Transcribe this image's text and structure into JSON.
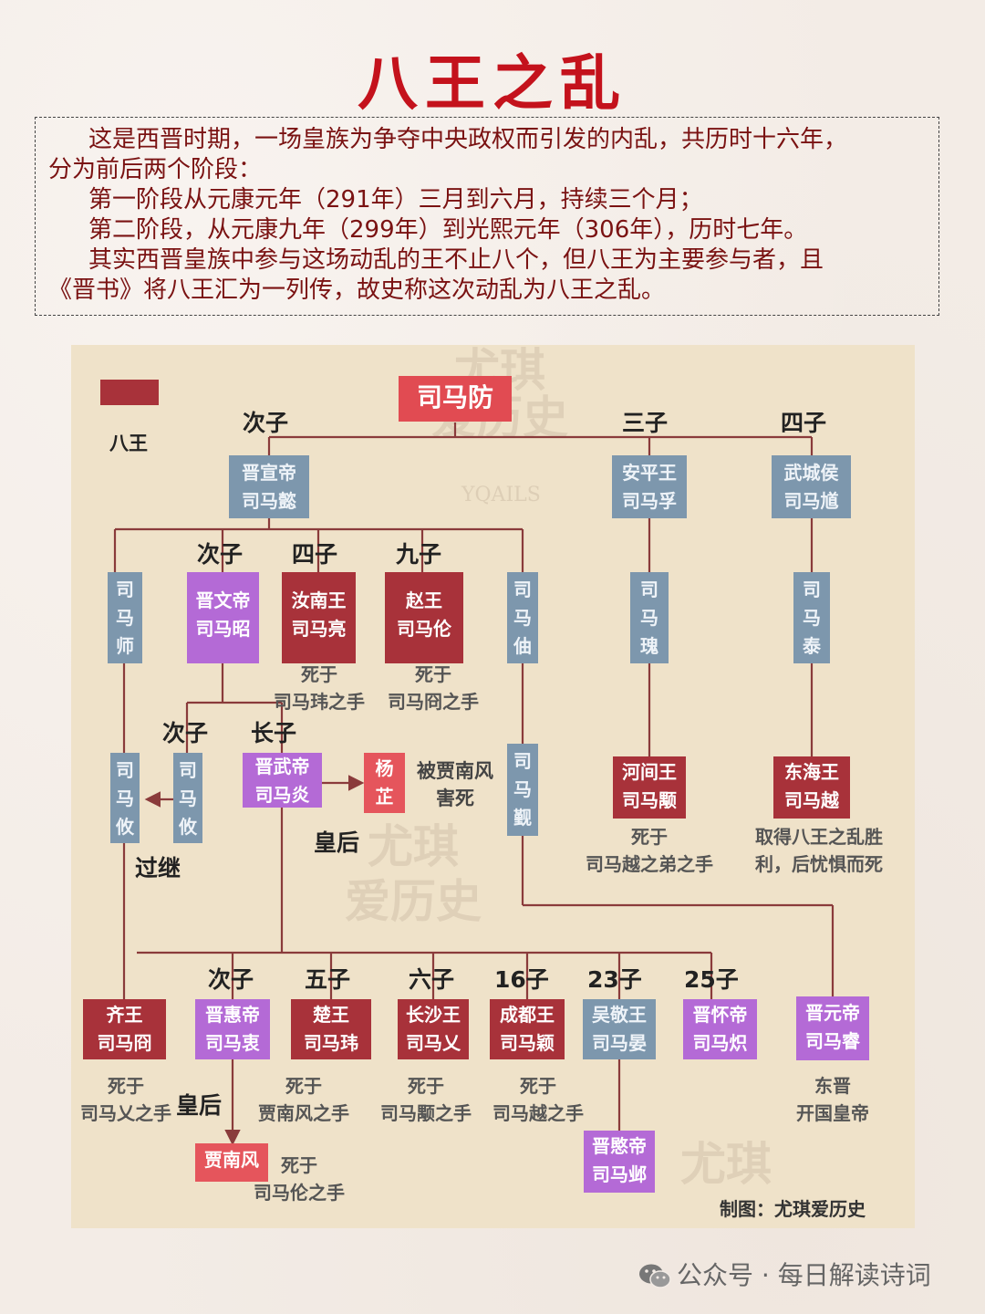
{
  "title": "八王之乱",
  "intro": {
    "p1": "这是西晋时期，一场皇族为争夺中央政权而引发的内乱，共历时十六年，",
    "p2": "分为前后两个阶段：",
    "p3": "第一阶段从元康元年（291年）三月到六月，持续三个月；",
    "p4": "第二阶段，从元康九年（299年）到光熙元年（306年），历时七年。",
    "p5": "其实西晋皇族中参与这场动乱的王不止八个，但八王为主要参与者，且",
    "p6": "《晋书》将八王汇为一列传，故史称这次动乱为八王之乱。"
  },
  "legend": {
    "label": "八王"
  },
  "colors": {
    "eight_kings": "#a8323a",
    "emperor": "#b46ad6",
    "other": "#7d97ad",
    "highlight": "#e14b52"
  },
  "nodes": {
    "root": "司马防",
    "yi_t": "晋宣帝",
    "yi_n": "司马懿",
    "fu_t": "安平王",
    "fu_n": "司马孚",
    "kui_t": "武城侯",
    "kui_n": "司马馗",
    "shi_1": "司",
    "shi_2": "马",
    "shi_3": "师",
    "zhao_t": "晋文帝",
    "zhao_n": "司马昭",
    "liang_t": "汝南王",
    "liang_n": "司马亮",
    "lun_t": "赵王",
    "lun_n": "司马伦",
    "zhou_1": "司",
    "zhou_2": "马",
    "zhou_3": "伷",
    "gui_1": "司",
    "gui_2": "马",
    "gui_3": "瑰",
    "tai_1": "司",
    "tai_2": "马",
    "tai_3": "泰",
    "youa_1": "司",
    "youa_2": "马",
    "youa_3": "攸",
    "youb_1": "司",
    "youb_2": "马",
    "youb_3": "攸",
    "yan_t": "晋武帝",
    "yan_n": "司马炎",
    "yangzhi_1": "杨",
    "yangzhi_2": "芷",
    "jin_1": "司",
    "jin_2": "马",
    "jin_3": "觐",
    "yong_t": "河间王",
    "yong_n": "司马颙",
    "yue_t": "东海王",
    "yue_n": "司马越",
    "jiong_t": "齐王",
    "jiong_n": "司马冏",
    "zhong_t": "晋惠帝",
    "zhong_n": "司马衷",
    "wei_t": "楚王",
    "wei_n": "司马玮",
    "ai_t": "长沙王",
    "ai_n": "司马乂",
    "ying_t": "成都王",
    "ying_n": "司马颖",
    "yan2_t": "吴敬王",
    "yan2_n": "司马晏",
    "chi_t": "晋怀帝",
    "chi_n": "司马炽",
    "rui_t": "晋元帝",
    "rui_n": "司马睿",
    "ye_t": "晋愍帝",
    "ye_n": "司马邺",
    "jia": "贾南风"
  },
  "labels": {
    "cizi1": "次子",
    "sanzi": "三子",
    "sizi1": "四子",
    "cizi2": "次子",
    "sizi2": "四子",
    "jiuzi": "九子",
    "cizi3": "次子",
    "zhangzi": "长子",
    "huanghou1": "皇后",
    "guoji": "过继",
    "huanghou2": "皇后",
    "c_cizi": "次子",
    "c_wuzi": "五子",
    "c_liuzi": "六子",
    "c_16": "16子",
    "c_23": "23子",
    "c_25": "25子"
  },
  "notes": {
    "liang_1": "死于",
    "liang_2": "司马玮之手",
    "lun_1": "死于",
    "lun_2": "司马冏之手",
    "yangzhi_1": "被贾南风",
    "yangzhi_2": "害死",
    "yong_1": "死于",
    "yong_2": "司马越之弟之手",
    "yue_1": "取得八王之乱胜",
    "yue_2": "利，后忧惧而死",
    "jiong_1": "死于",
    "jiong_2": "司马乂之手",
    "wei_1": "死于",
    "wei_2": "贾南风之手",
    "ai_1": "死于",
    "ai_2": "司马颙之手",
    "ying_1": "死于",
    "ying_2": "司马越之手",
    "rui_1": "东晋",
    "rui_2": "开国皇帝",
    "jia_1": "死于",
    "jia_2": "司马伦之手"
  },
  "watermarks": {
    "w1": "尤琪",
    "w2": "爱历史",
    "w3": "YQAILS"
  },
  "credit": "制图：尤琪爱历史",
  "footer": "公众号 · 每日解读诗词"
}
